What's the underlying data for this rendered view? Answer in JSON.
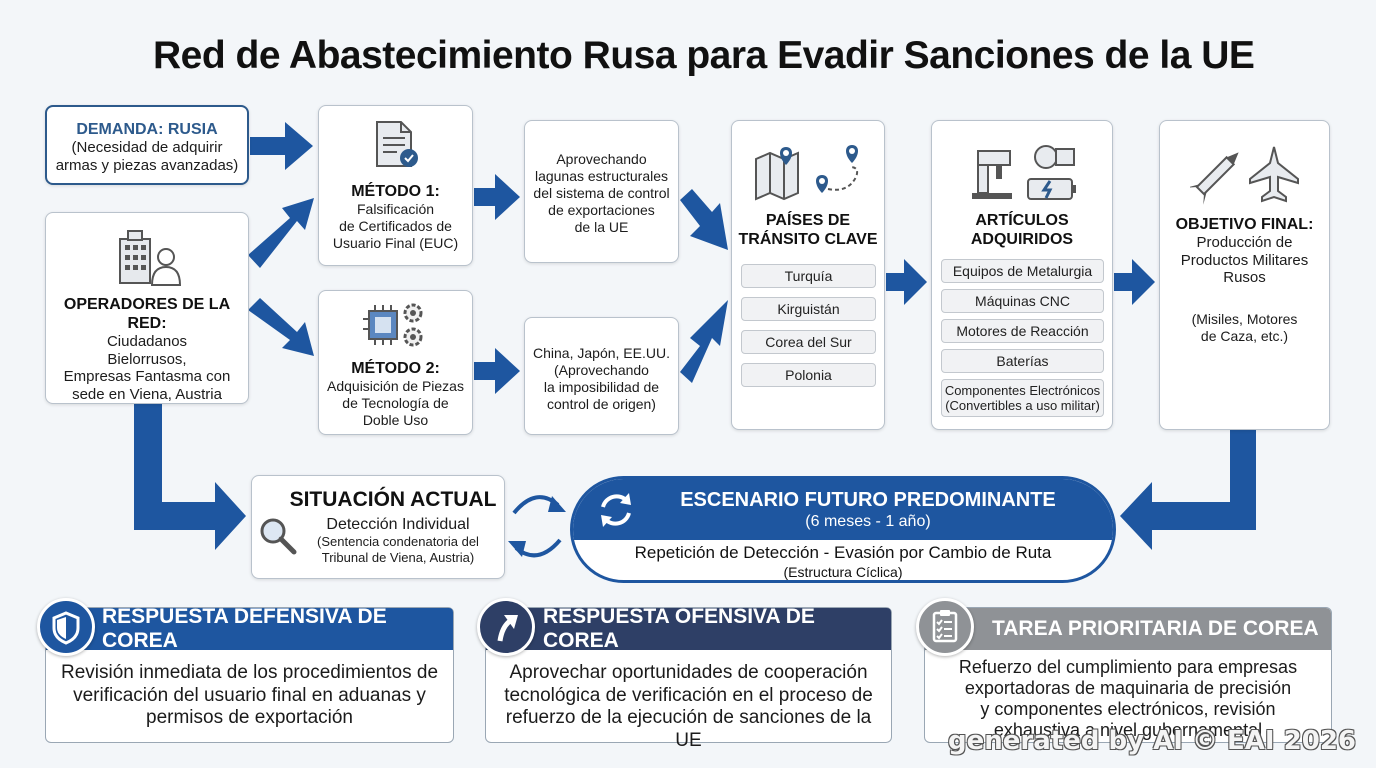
{
  "title": "Red de Abastecimiento Rusa para Evadir Sanciones de la UE",
  "demand": {
    "head": "DEMANDA: RUSIA",
    "lines": [
      "(Necesidad de adquirir",
      "armas y piezas avanzadas)"
    ]
  },
  "operators": {
    "lines": [
      "OPERADORES DE LA RED:",
      "Ciudadanos",
      "Bielorrusos,",
      "Empresas Fantasma con",
      "sede en Viena, Austria"
    ]
  },
  "method1": {
    "head": "MÉTODO 1:",
    "lines": [
      "Falsificación",
      "de Certificados de",
      "Usuario Final (EUC)"
    ]
  },
  "method2": {
    "head": "MÉTODO 2:",
    "lines": [
      "Adquisición de Piezas",
      "de Tecnología de",
      "Doble Uso"
    ]
  },
  "loophole1": {
    "lines": [
      "Aprovechando",
      "lagunas estructurales",
      "del sistema de control",
      "de exportaciones",
      "de la UE"
    ]
  },
  "loophole2": {
    "lines": [
      "China, Japón, EE.UU.",
      "(Aprovechando",
      "la imposibilidad de",
      "control de origen)"
    ]
  },
  "transit": {
    "head": [
      "PAÍSES DE",
      "TRÁNSITO CLAVE"
    ],
    "countries": [
      "Turquía",
      "Kirguistán",
      "Corea del Sur",
      "Polonia"
    ]
  },
  "articles": {
    "head": [
      "ARTÍCULOS",
      "ADQUIRIDOS"
    ],
    "items": [
      "Equipos de Metalurgia",
      "Máquinas CNC",
      "Motores de Reacción",
      "Baterías"
    ],
    "last_item": [
      "Componentes Electrónicos",
      "(Convertibles a uso militar)"
    ]
  },
  "objective": {
    "head": "OBJETIVO FINAL:",
    "lines": [
      "Producción de",
      "Productos Militares",
      "Rusos"
    ],
    "note": [
      "(Misiles, Motores",
      "de Caza, etc.)"
    ]
  },
  "current": {
    "head": "SITUACIÓN ACTUAL",
    "sub": "Detección Individual",
    "lines": [
      "(Sentencia condenatoria del",
      "Tribunal de Viena, Austria)"
    ]
  },
  "future": {
    "head": "ESCENARIO FUTURO PREDOMINANTE",
    "period": "(6 meses - 1 año)",
    "main": "Repetición de Detección - Evasión por Cambio de Ruta",
    "note": "(Estructura Cíclica)"
  },
  "responses": [
    {
      "title": "RESPUESTA DEFENSIVA DE COREA",
      "color": "#1e56a0",
      "icon": "shield-icon",
      "lines": [
        "Revisión inmediata de los procedimientos de",
        "verificación del usuario final en aduanas y",
        "permisos de exportación"
      ]
    },
    {
      "title": "RESPUESTA OFENSIVA DE COREA",
      "color": "#2e3f66",
      "icon": "upward-arrow-icon",
      "lines": [
        "Aprovechar oportunidades de cooperación",
        "tecnológica de verificación en el proceso de",
        "refuerzo de la ejecución de sanciones de la UE"
      ]
    },
    {
      "title": "TAREA PRIORITARIA DE COREA",
      "color": "#8f9296",
      "icon": "clipboard-checklist-icon",
      "lines": [
        "Refuerzo del cumplimiento para empresas",
        "exportadoras de maquinaria de precisión",
        "y componentes electrónicos, revisión",
        "exhaustiva a nivel gubernamental"
      ]
    }
  ],
  "watermark": "generated by AI © EAI 2026",
  "colors": {
    "arrow": "#1e56a0",
    "dark_blue": "#1e56a0",
    "navy": "#2e3f66",
    "gray": "#8f9296"
  }
}
